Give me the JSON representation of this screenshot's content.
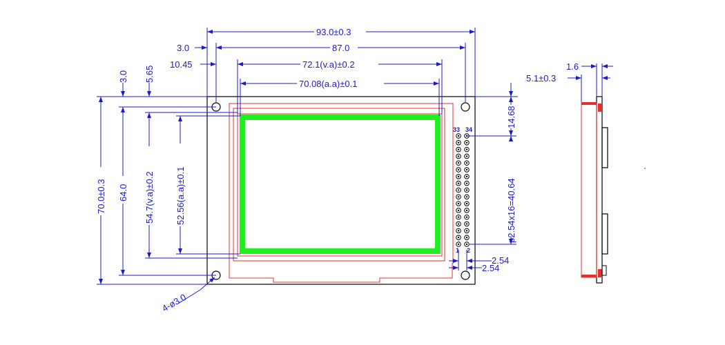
{
  "dimensions": {
    "overall_width": "93.0±0.3",
    "hole_pitch_x": "87.0",
    "hole_offset_x": "3.0",
    "va_offset_x": "10.45",
    "va_width": "72.1(v.a)±0.2",
    "aa_width": "70.08(a.a)±0.1",
    "hole_offset_y": "3.0",
    "va_offset_y": "5.65",
    "overall_height": "70.0±0.3",
    "hole_pitch_y": "64.0",
    "va_height": "54.7(v.a)±0.2",
    "aa_height": "52.56(a.a)±0.1",
    "pin_top_offset": "14.68",
    "pin_span": "p2.54x16=40.64",
    "pin_pitch_h": "2.54",
    "pin_pitch_v": "2.54",
    "holes": "4-ø3.0",
    "side_thin": "1.6",
    "side_thickness": "5.1±0.3"
  },
  "pins": {
    "top_left": "33",
    "top_right": "34",
    "bottom_left": "1",
    "bottom_right": "2",
    "rows": 17
  },
  "colors": {
    "dimension": "#1a1acc",
    "outline": "#000000",
    "bezel": "#e03030",
    "active_area": "#22ee22"
  }
}
